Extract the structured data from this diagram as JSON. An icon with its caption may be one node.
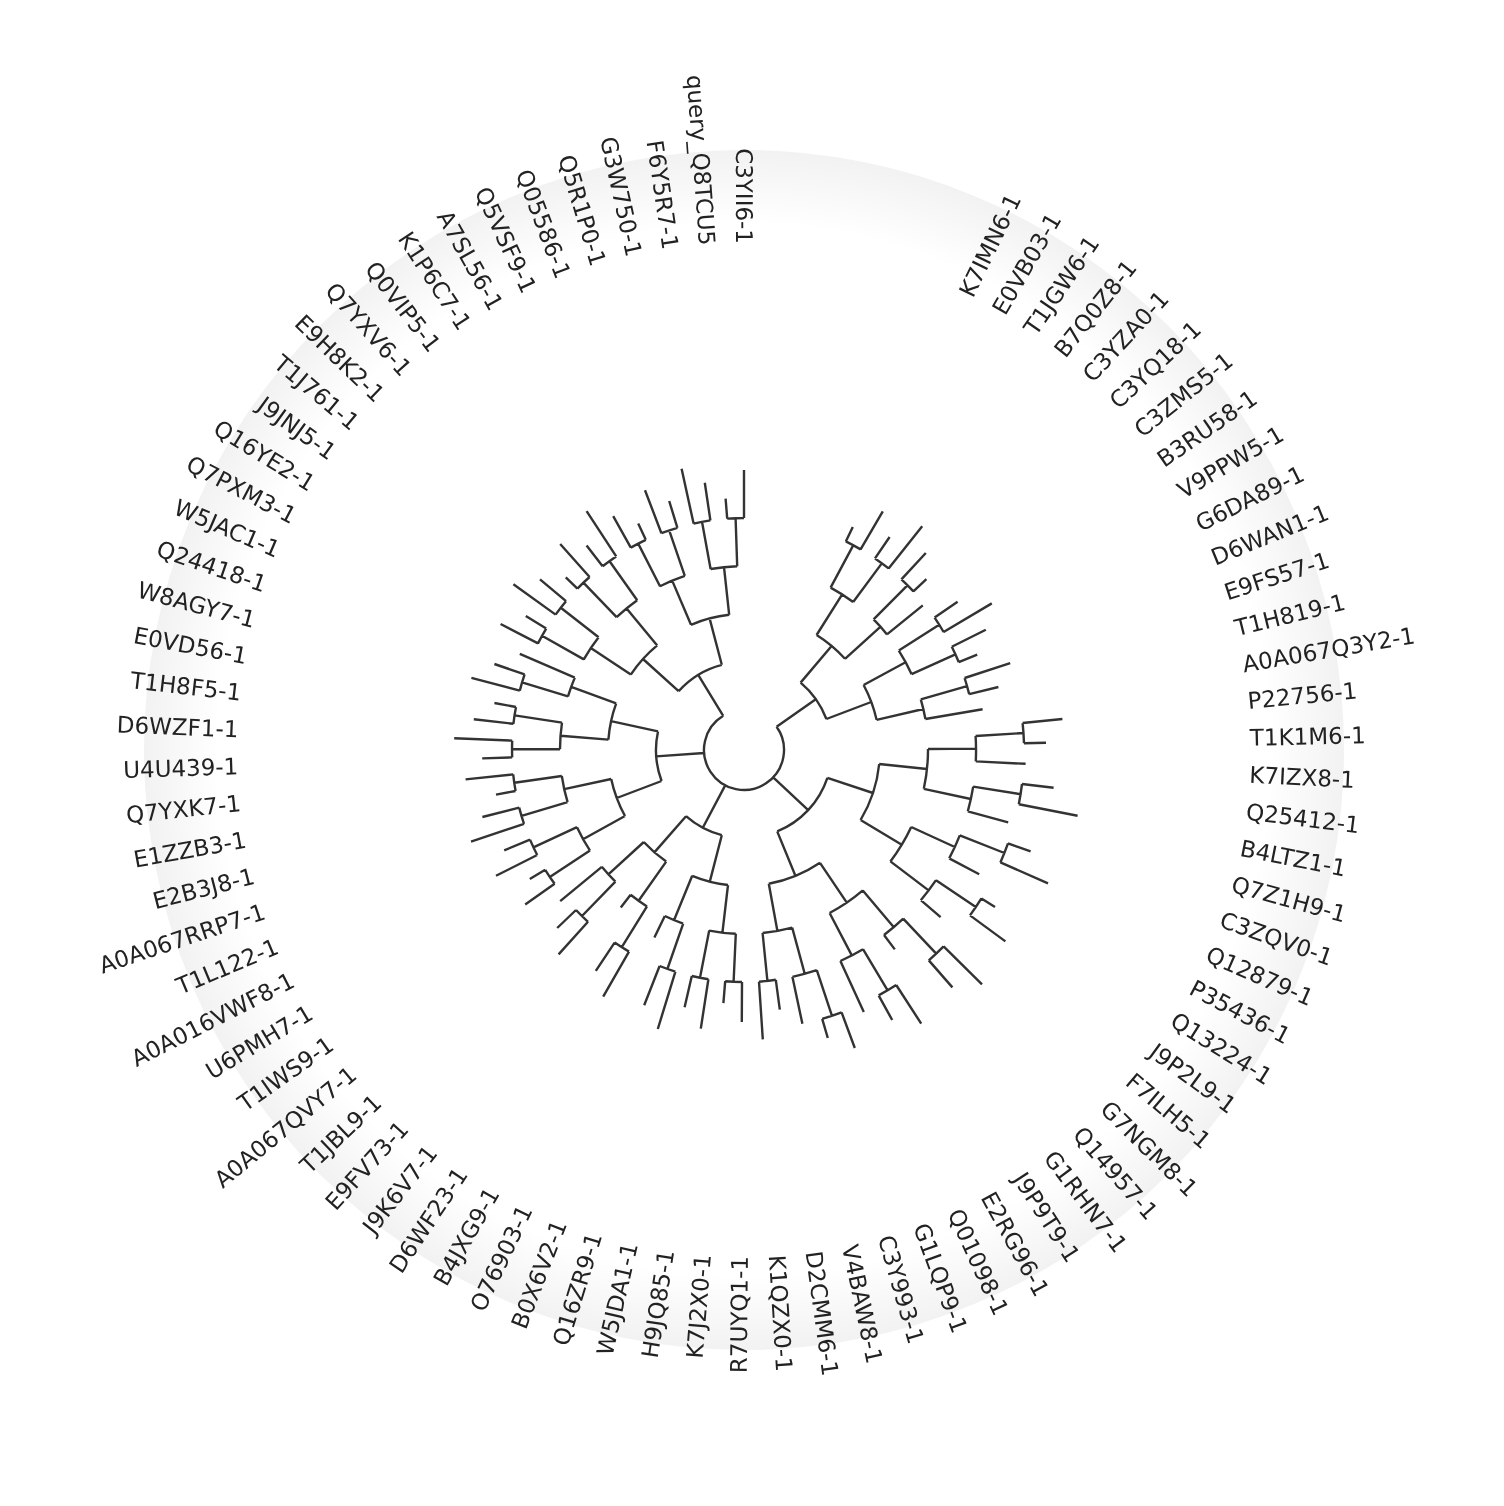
{
  "diagram": {
    "labels": [
      "Q05586-1",
      "Q5R1P0-1",
      "G3W750-1",
      "F6Y5R7-1",
      "query_Q8TCU5",
      "C3YII6-1",
      "Q5VSF9-1",
      "K7IMN6-1",
      "A7SL56-1",
      "E0VB03-1",
      "K1P6C7-1",
      "T1JGW6-1",
      "Q0VIP5-1",
      "B7Q0Z8-1",
      "Q7YXV6-1",
      "C3YZA0-1",
      "E9H8K2-1",
      "C3YQ18-1",
      "T1J761-1",
      "C3ZMS5-1",
      "J9JNJ5-1",
      "B3RU58-1",
      "Q16YE2-1",
      "V9PPW5-1",
      "Q7PXM3-1",
      "G6DA89-1",
      "W5JAC1-1",
      "D6WAN1-1",
      "Q24418-1",
      "E9FS57-1",
      "W8AGY7-1",
      "T1H819-1",
      "E0VD56-1",
      "A0A067Q3Y2-1",
      "T1H8F5-1",
      "P22756-1",
      "D6WZF1-1",
      "T1K1M6-1",
      "U4U439-1",
      "K7IZX8-1",
      "Q7YXK7-1",
      "Q25412-1",
      "E1ZZB3-1",
      "B4LTZ1-1",
      "E2B3J8-1",
      "Q7Z1H9-1",
      "A0A067RRP7-1",
      "C3ZQV0-1",
      "T1L122-1",
      "Q12879-1",
      "A0A016VWF8-1",
      "P35436-1",
      "U6PMH7-1",
      "Q13224-1",
      "T1IWS9-1",
      "J9P2L9-1",
      "A0A067QVY7-1",
      "F7ILH5-1",
      "T1JBL9-1",
      "G7NGM8-1",
      "E9FV73-1",
      "Q14957-1",
      "J9K6V7-1",
      "G1RHN7-1",
      "D6WF23-1",
      "J9P9T9-1",
      "B4JXG9-1",
      "E2RG96-1",
      "O76903-1",
      "B0X6V2-1",
      "Q16ZR9-1",
      "W5JDA1-1",
      "H9JQ85-1",
      "K7J2X0-1",
      "R7UYQ1-1",
      "K1QZX0-1",
      "D2CMM6-1",
      "V4BAW8-1",
      "C3Y993-1",
      "G1LQP9-1",
      "Q01098-1"
    ]
  }
}
